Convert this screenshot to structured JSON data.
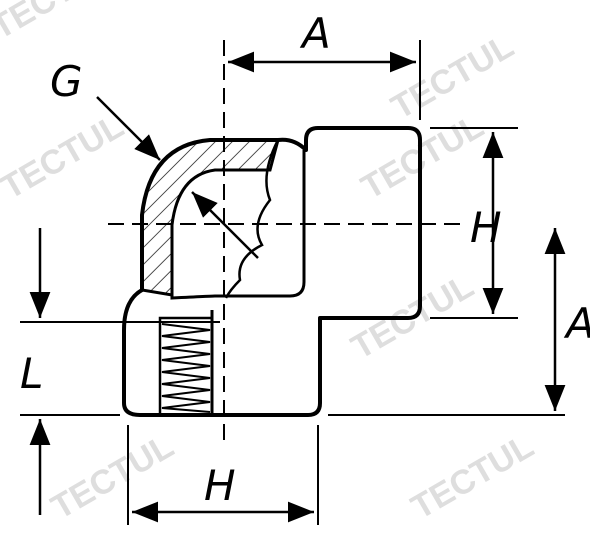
{
  "labels": {
    "g": "G",
    "a_top": "A",
    "h_right": "H",
    "a_right": "A",
    "l_left": "L",
    "h_bottom": "H"
  },
  "watermark": {
    "text": "TECTUL"
  },
  "colors": {
    "line": "#000000",
    "watermark": "#dedede",
    "background": "#ffffff"
  }
}
